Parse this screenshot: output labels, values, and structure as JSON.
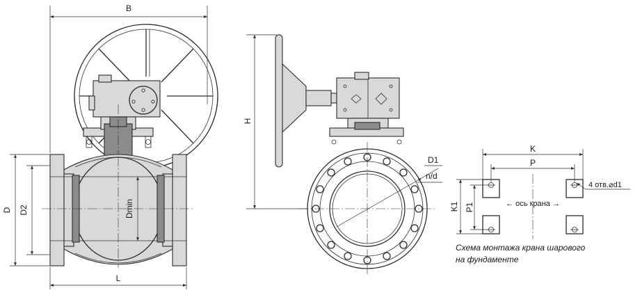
{
  "labels": {
    "B": "B",
    "D": "D",
    "D2": "D2",
    "Dmin": "Dmin",
    "L": "L",
    "H": "H",
    "D1": "D1",
    "nd": "n/d",
    "K": "K",
    "P": "P",
    "K1": "K1",
    "P1": "P1",
    "holes": "4 отв.⌀d1",
    "axis": "← ось крана →"
  },
  "caption": {
    "line1": "Схема монтажа крана шарового",
    "line2": "на фундаменте"
  }
}
